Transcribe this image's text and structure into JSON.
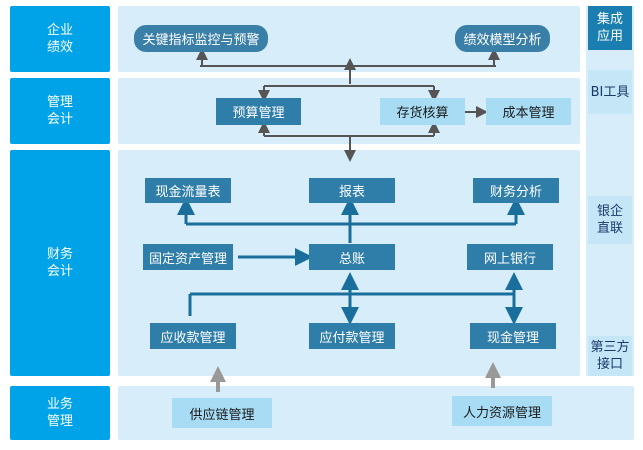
{
  "categories": {
    "performance": "企业\n绩效",
    "management_accounting": "管理\n会计",
    "financial_accounting": "财务\n会计",
    "business_management": "业务\n管理"
  },
  "modules": {
    "kpi_alert": "关键指标监控与预警",
    "performance_model": "绩效模型分析",
    "budget": "预算管理",
    "inventory_accounting": "存货核算",
    "cost": "成本管理",
    "cash_flow_statement": "现金流量表",
    "reports": "报表",
    "financial_analysis": "财务分析",
    "fixed_assets": "固定资产管理",
    "general_ledger": "总账",
    "online_banking": "网上银行",
    "receivables": "应收款管理",
    "payables": "应付款管理",
    "cash": "现金管理",
    "supply_chain": "供应链管理",
    "hr": "人力资源管理"
  },
  "side_panel": {
    "integrated_apps": "集成\n应用",
    "bi_tools": "BI工具",
    "bank_enterprise": "银企\n直联",
    "third_party": "第三方\n接口"
  },
  "colors": {
    "category_blue": "#00a3e8",
    "band_light": "#d7eefa",
    "module_dark": "#2f7eaa",
    "module_light": "#a8dcf5",
    "connector_blue": "#1a6e9c",
    "connector_gray": "#555555"
  }
}
